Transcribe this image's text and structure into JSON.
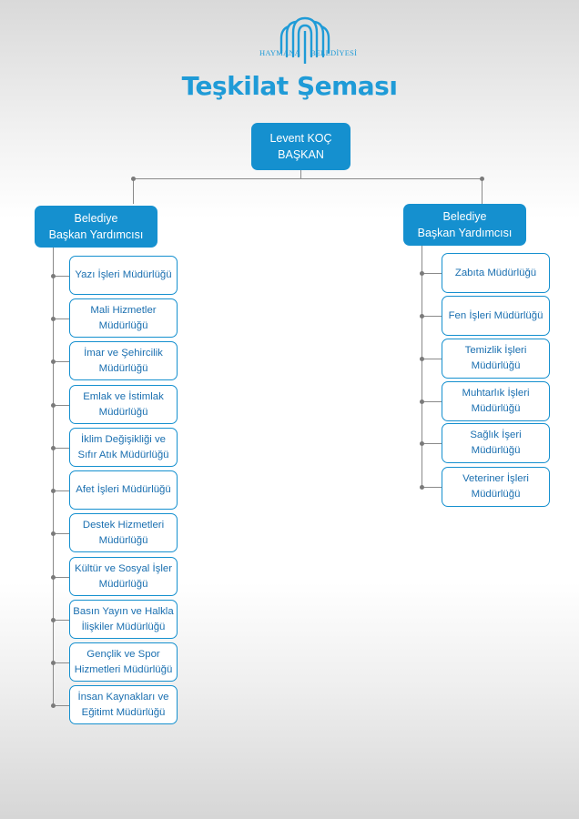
{
  "header": {
    "logo_left": "HAYMANA",
    "logo_right": "BELEDİYESİ",
    "title": "Teşkilat Şeması"
  },
  "top": {
    "line1": "Levent KOÇ",
    "line2": "BAŞKAN"
  },
  "left": {
    "head": {
      "line1": "Belediye",
      "line2": "Başkan Yardımcısı"
    },
    "items": [
      {
        "line1": "Yazı İşleri Müdürlüğü",
        "line2": ""
      },
      {
        "line1": "Mali Hizmetler Müdürlüğü",
        "line2": ""
      },
      {
        "line1": "İmar ve Şehircilik",
        "line2": "Müdürlüğü"
      },
      {
        "line1": "Emlak ve İstimlak",
        "line2": "Müdürlüğü"
      },
      {
        "line1": "İklim Değişikliği ve",
        "line2": "Sıfır Atık Müdürlüğü"
      },
      {
        "line1": "Afet İşleri Müdürlüğü",
        "line2": ""
      },
      {
        "line1": "Destek Hizmetleri",
        "line2": "Müdürlüğü"
      },
      {
        "line1": "Kültür ve Sosyal İşler",
        "line2": "Müdürlüğü"
      },
      {
        "line1": "Basın Yayın ve Halkla",
        "line2": "İlişkiler Müdürlüğü"
      },
      {
        "line1": "Gençlik ve Spor",
        "line2": "Hizmetleri Müdürlüğü"
      },
      {
        "line1": "İnsan Kaynakları ve",
        "line2": "Eğitimt Müdürlüğü"
      }
    ]
  },
  "right": {
    "head": {
      "line1": "Belediye",
      "line2": "Başkan Yardımcısı"
    },
    "items": [
      {
        "line1": "Zabıta Müdürlüğü",
        "line2": ""
      },
      {
        "line1": "Fen İşleri Müdürlüğü",
        "line2": ""
      },
      {
        "line1": "Temizlik İşleri",
        "line2": "Müdürlüğü"
      },
      {
        "line1": "Muhtarlık İşleri",
        "line2": "Müdürlüğü"
      },
      {
        "line1": "Sağlık İşeri",
        "line2": "Müdürlüğü"
      },
      {
        "line1": "Veteriner İşleri",
        "line2": "Müdürlüğü"
      }
    ]
  },
  "colors": {
    "brand": "#1590cf",
    "title": "#1f9bd7",
    "connector": "#8a8a8a"
  }
}
